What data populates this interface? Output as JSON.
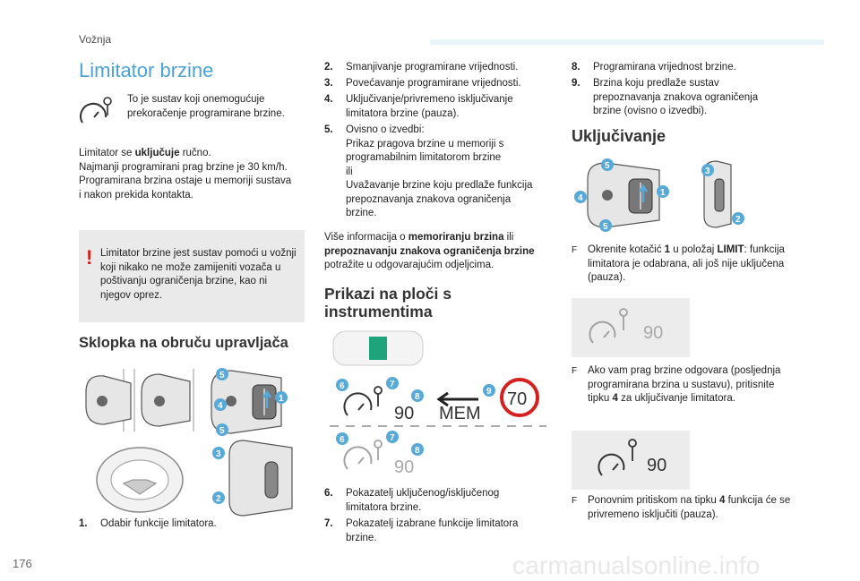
{
  "header": {
    "section": "Vožnja",
    "page_number": "176"
  },
  "watermark": "carmanualsonline.info",
  "col1": {
    "title": "Limitator brzine",
    "intro": "To je sustav koji onemogućuje prekoračenje programirane brzine.",
    "para_l1_a": "Limitator se ",
    "para_l1_b": "uključuje",
    "para_l1_c": " ručno.",
    "para_l2": "Najmanji programirani prag brzine je 30 km/h.",
    "para_l3": "Programirana brzina ostaje u memoriji sustava",
    "para_l4": "i nakon prekida kontakta.",
    "note_icon": "!",
    "note": "Limitator brzine jest sustav pomoći u vožnji koji nikako ne može zamijeniti vozača u poštivanju ograničenja brzine, kao ni njegov oprez.",
    "heading2": "Sklopka na obruču upravljača",
    "item1_num": "1.",
    "item1_text": "Odabir funkcije limitatora."
  },
  "col2": {
    "items": [
      {
        "num": "2.",
        "text": "Smanjivanje programirane vrijednosti."
      },
      {
        "num": "3.",
        "text": "Povećavanje programirane vrijednosti."
      },
      {
        "num": "4.",
        "text": "Uključivanje/privremeno isključivanje limitatora brzine (pauza)."
      },
      {
        "num": "5.",
        "text": "Ovisno o izvedbi:"
      }
    ],
    "item5_l2": "Prikaz pragova brzine u memoriji s",
    "item5_l3": "programabilnim limitatorom brzine",
    "item5_l4": "ili",
    "item5_l5": "Uvažavanje brzine koju predlaže funkcija",
    "item5_l6": "prepoznavanja znakova ograničenja",
    "item5_l7": "brzine.",
    "more_a": "Više informacija o ",
    "more_b": "memoriranju brzina",
    "more_c": " ili",
    "more_d": "prepoznavanju znakova ograničenja brzine",
    "more_e": "potražite u odgovarajućim odjeljcima.",
    "heading": "Prikazi na ploči s instrumentima",
    "display_speed_1": "90",
    "display_mem": "MEM",
    "display_sign": "70",
    "display_speed_2": "90",
    "item6_num": "6.",
    "item6_text": "Pokazatelj uključenog/isključenog limitatora brzine.",
    "item7_num": "7.",
    "item7_text": "Pokazatelj izabrane funkcije limitatora brzine."
  },
  "col3": {
    "items": [
      {
        "num": "8.",
        "text": "Programirana vrijednost brzine."
      },
      {
        "num": "9.",
        "text": "Brzina koju predlaže sustav prepoznavanja znakova ograničenja brzine (ovisno o izvedbi)."
      }
    ],
    "heading": "Uključivanje",
    "bullet1_a": "Okrenite kotačić ",
    "bullet1_b": "1",
    "bullet1_c": " u položaj ",
    "bullet1_d": "LIMIT",
    "bullet1_e": ": funkcija limitatora je odabrana, ali još nije uključena (pauza).",
    "panel1_speed": "90",
    "bullet2_a": "Ako vam prag brzine odgovara (posljednja programirana brzina u sustavu), pritisnite tipku ",
    "bullet2_b": "4",
    "bullet2_c": " za uključivanje limitatora.",
    "panel2_speed": "90",
    "bullet3_a": "Ponovnim pritiskom na tipku ",
    "bullet3_b": "4",
    "bullet3_c": " funkcija će se privremeno isključiti (pauza).",
    "bullet_symbol": "F"
  },
  "colors": {
    "accent": "#4aa3d4",
    "callout": "#57a9d8",
    "warning": "#d52020",
    "panel": "#ececec"
  }
}
